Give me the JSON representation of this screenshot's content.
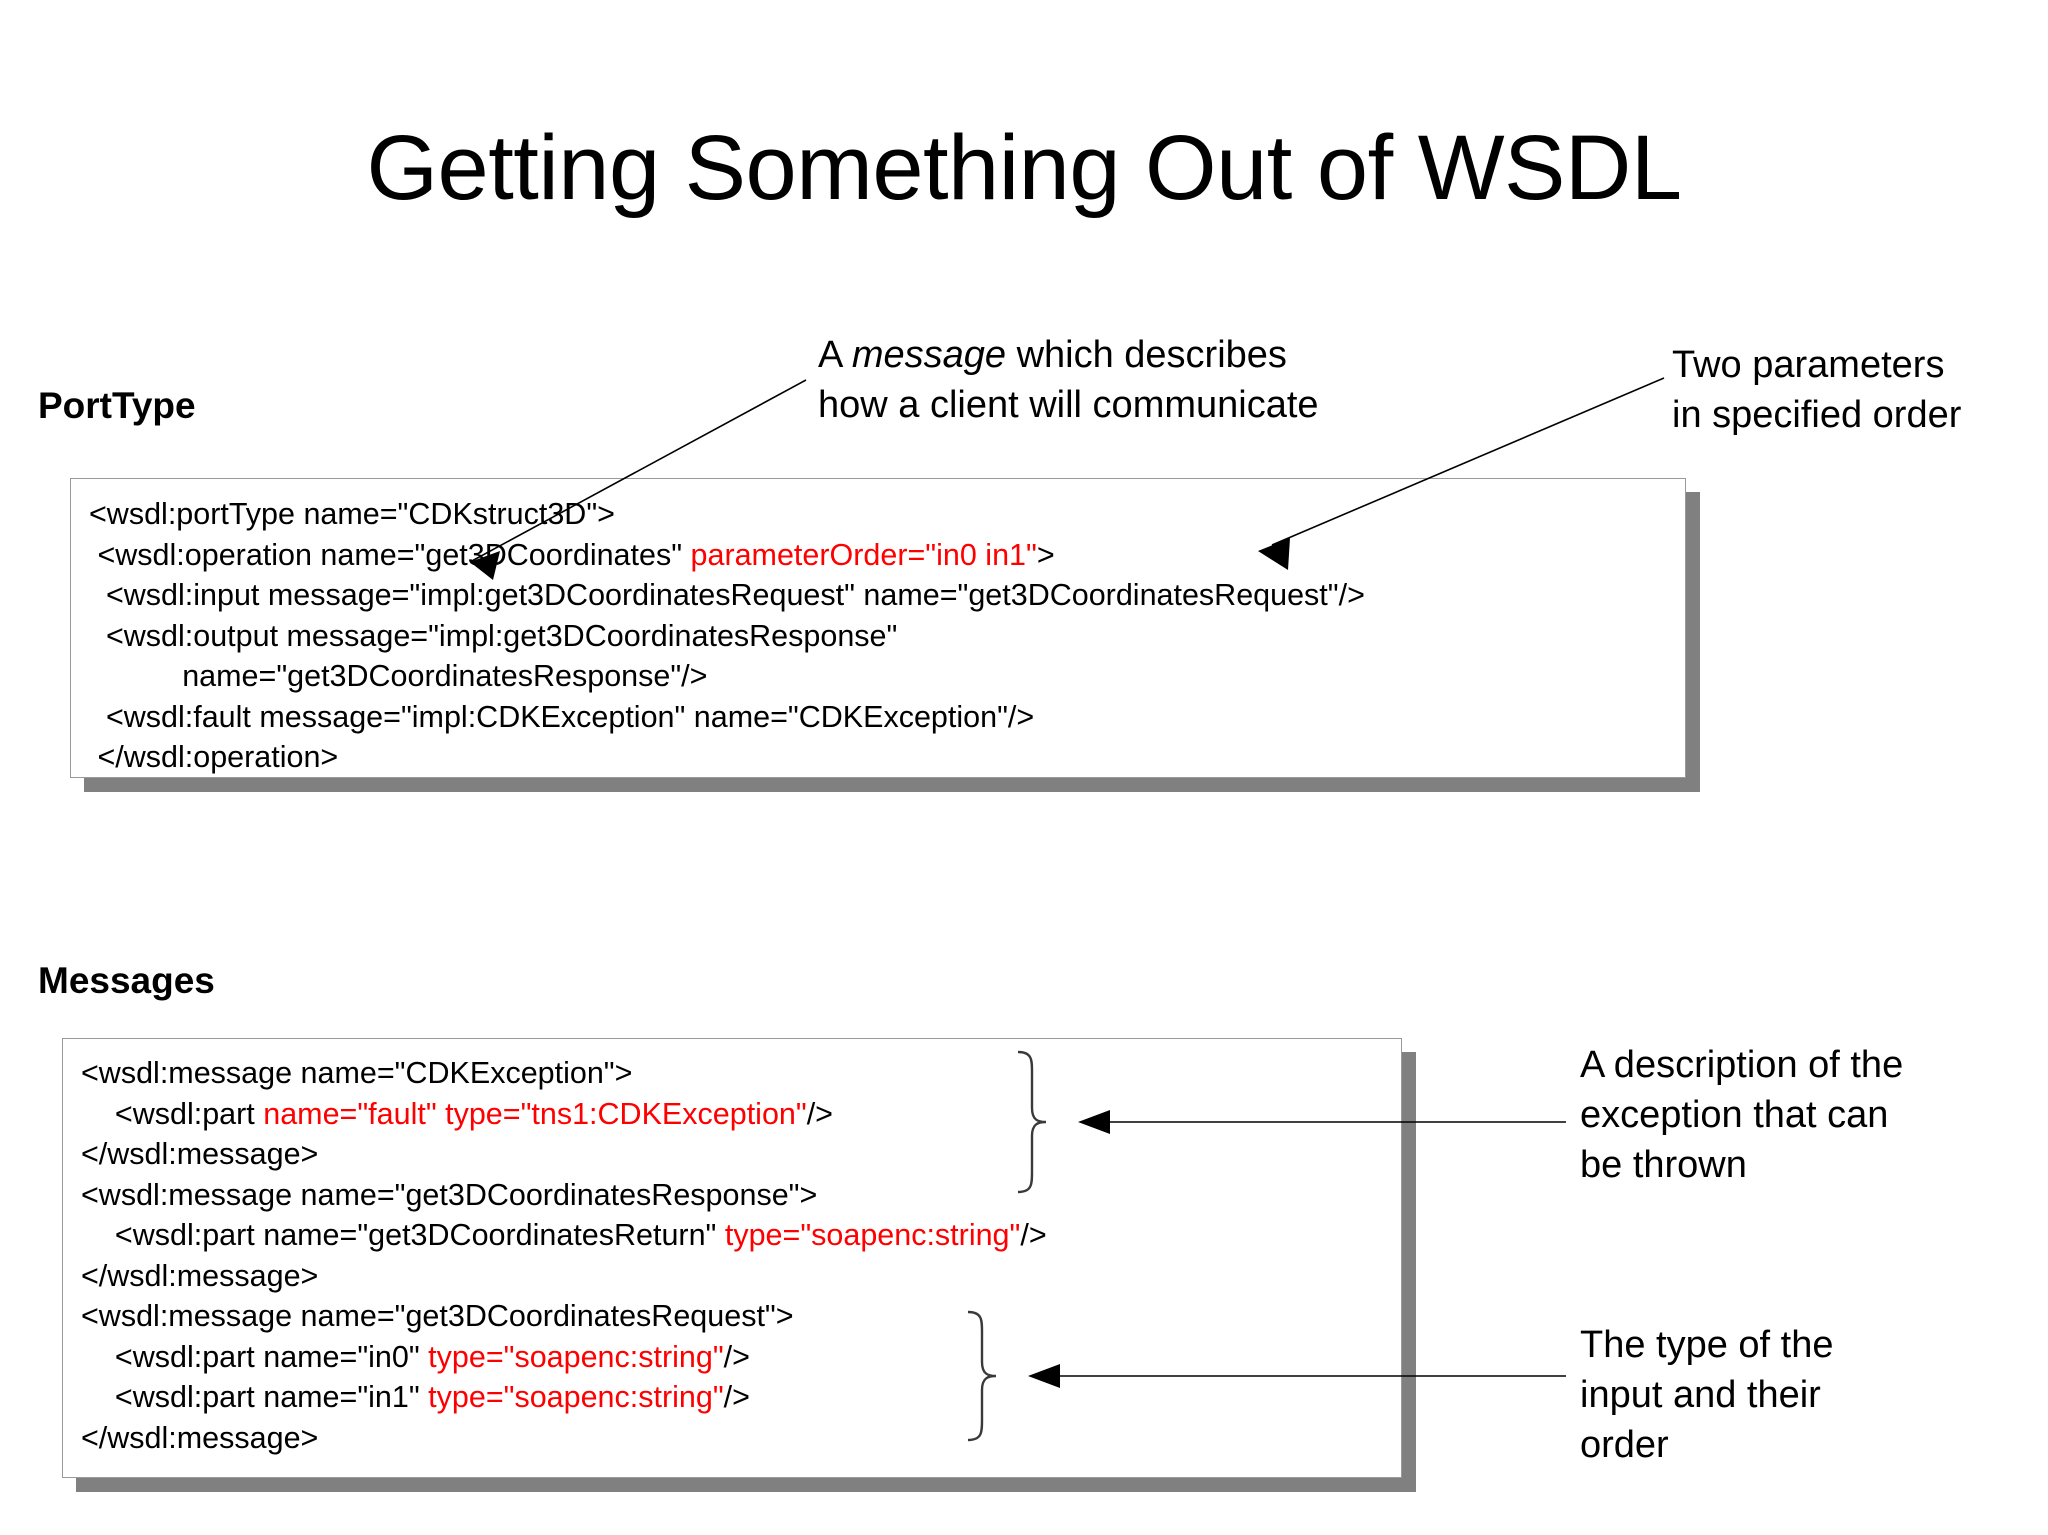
{
  "slide": {
    "title": "Getting Something Out of WSDL",
    "background": "#ffffff"
  },
  "colors": {
    "text": "#000000",
    "highlight": "#ff0000",
    "panel_border": "#9a9a9a",
    "panel_shadow": "#808080",
    "panel_fill": "#ffffff"
  },
  "sections": {
    "porttype": {
      "label": "PortType",
      "code_lines": [
        {
          "segments": [
            {
              "text": "<wsdl:portType name=\"CDKstruct3D\">",
              "color": "black"
            }
          ]
        },
        {
          "segments": [
            {
              "text": " <wsdl:operation name=\"get3DCoordinates\" ",
              "color": "black"
            },
            {
              "text": "parameterOrder=\"in0 in1\"",
              "color": "red"
            },
            {
              "text": ">",
              "color": "black"
            }
          ]
        },
        {
          "segments": [
            {
              "text": "  <wsdl:input message=\"impl:get3DCoordinatesRequest\" name=\"get3DCoordinatesRequest\"/>",
              "color": "black"
            }
          ]
        },
        {
          "segments": [
            {
              "text": "  <wsdl:output message=\"impl:get3DCoordinatesResponse\"",
              "color": "black"
            }
          ]
        },
        {
          "segments": [
            {
              "text": "           name=\"get3DCoordinatesResponse\"/>",
              "color": "black"
            }
          ]
        },
        {
          "segments": [
            {
              "text": "  <wsdl:fault message=\"impl:CDKException\" name=\"CDKException\"/>",
              "color": "black"
            }
          ]
        },
        {
          "segments": [
            {
              "text": " </wsdl:operation>",
              "color": "black"
            }
          ]
        }
      ]
    },
    "messages": {
      "label": "Messages",
      "code_lines": [
        {
          "segments": [
            {
              "text": "<wsdl:message name=\"CDKException\">",
              "color": "black"
            }
          ]
        },
        {
          "segments": [
            {
              "text": "    <wsdl:part ",
              "color": "black"
            },
            {
              "text": "name=\"fault\" type=\"tns1:CDKException\"",
              "color": "red"
            },
            {
              "text": "/>",
              "color": "black"
            }
          ]
        },
        {
          "segments": [
            {
              "text": "</wsdl:message>",
              "color": "black"
            }
          ]
        },
        {
          "segments": [
            {
              "text": "<wsdl:message name=\"get3DCoordinatesResponse\">",
              "color": "black"
            }
          ]
        },
        {
          "segments": [
            {
              "text": "    <wsdl:part name=\"get3DCoordinatesReturn\" ",
              "color": "black"
            },
            {
              "text": "type=\"soapenc:string\"",
              "color": "red"
            },
            {
              "text": "/>",
              "color": "black"
            }
          ]
        },
        {
          "segments": [
            {
              "text": "</wsdl:message>",
              "color": "black"
            }
          ]
        },
        {
          "segments": [
            {
              "text": "<wsdl:message name=\"get3DCoordinatesRequest\">",
              "color": "black"
            }
          ]
        },
        {
          "segments": [
            {
              "text": "    <wsdl:part name=\"in0\" ",
              "color": "black"
            },
            {
              "text": "type=\"soapenc:string\"",
              "color": "red"
            },
            {
              "text": "/>",
              "color": "black"
            }
          ]
        },
        {
          "segments": [
            {
              "text": "    <wsdl:part name=\"in1\" ",
              "color": "black"
            },
            {
              "text": "type=\"soapenc:string\"",
              "color": "red"
            },
            {
              "text": "/>",
              "color": "black"
            }
          ]
        },
        {
          "segments": [
            {
              "text": "</wsdl:message>",
              "color": "black"
            }
          ]
        }
      ]
    }
  },
  "annotations": {
    "message_describes": {
      "line1_pre": "A ",
      "line1_em": "message",
      "line1_post": " which describes",
      "line2": "how a client will communicate"
    },
    "two_parameters": {
      "line1": "Two parameters",
      "line2": "in specified order"
    },
    "exception_description": {
      "line1": "A description of the",
      "line2": "exception that can",
      "line3": "be thrown"
    },
    "input_type": {
      "line1": "The type of the",
      "line2": "input and their",
      "line3": "order"
    }
  }
}
